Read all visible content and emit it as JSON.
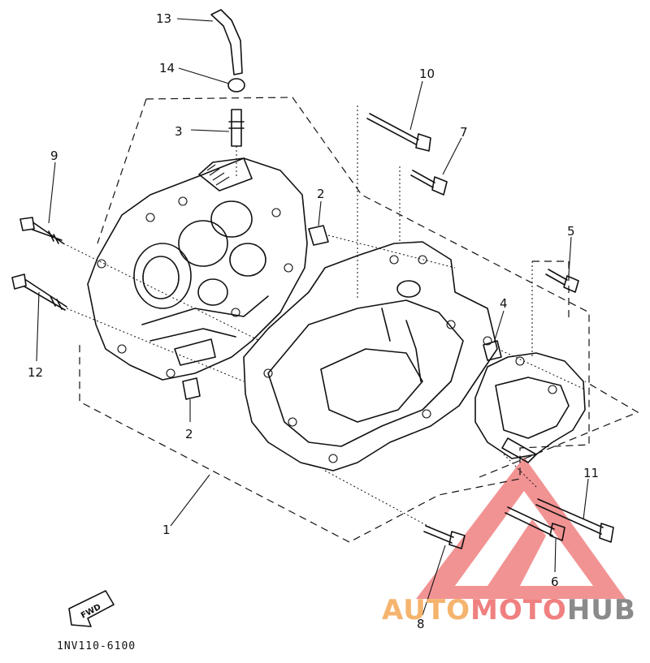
{
  "callouts": {
    "c1": "1",
    "c2a": "2",
    "c2b": "2",
    "c3": "3",
    "c4": "4",
    "c5": "5",
    "c6": "6",
    "c7": "7",
    "c8": "8",
    "c9": "9",
    "c10": "10",
    "c11": "11",
    "c12": "12",
    "c13": "13",
    "c14": "14"
  },
  "fwd_label": "FWD",
  "figure_code": "1NV110-6100",
  "watermark": {
    "part1": "AUTO",
    "part2": "MOTO",
    "part3": "HUB",
    "color_orange": "#f5b46e",
    "color_red": "#f08080",
    "color_gray": "#8a8a8a"
  }
}
